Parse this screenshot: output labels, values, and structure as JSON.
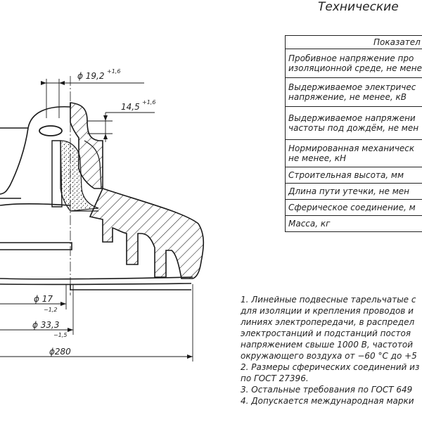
{
  "title": "Технические",
  "table": {
    "header": "Показател",
    "rows": [
      {
        "lines": [
          "Пробивное напряжение про",
          "изоляционной среде, не менее"
        ]
      },
      {
        "lines": [
          "Выдерживаемое электричес",
          "напряжение, не менее, кВ"
        ]
      },
      {
        "lines": [
          "Выдерживаемое напряжени",
          "частоты под дождём, не мен"
        ]
      },
      {
        "lines": [
          "Нормированная механическ",
          "не менее, кН"
        ]
      },
      {
        "lines": [
          "Строительная высота, мм"
        ]
      },
      {
        "lines": [
          "Длина пути утечки, не мен"
        ]
      },
      {
        "lines": [
          "Сферическое соединение, м"
        ]
      },
      {
        "lines": [
          "Масса, кг"
        ]
      }
    ]
  },
  "notes": [
    "1. Линейные подвесные тарельчатые с",
    "для изоляции и крепления проводов и",
    "линиях электропередачи, в распредел",
    "электростанций и подстанций постоя",
    "напряжением свыше 1000 В, частотой",
    "окружающего воздуха от −60 °С до +5",
    "2. Размеры сферических соединений из",
    "по ГОСТ 27396.",
    "3. Остальные требования по ГОСТ 649",
    "4. Допускается международная марки"
  ],
  "dimensions": {
    "d19": {
      "value": "ϕ 19,2",
      "tol": "+1,6"
    },
    "d14": {
      "value": "14,5",
      "tol": "+1,6"
    },
    "d17": {
      "value": "ϕ 17",
      "tol": "−1,2"
    },
    "d33": {
      "value": "ϕ 33,3",
      "tol": "−1,5"
    },
    "d280": {
      "value": "ϕ280"
    }
  },
  "colors": {
    "line": "#1a1a1a",
    "background": "#ffffff"
  }
}
